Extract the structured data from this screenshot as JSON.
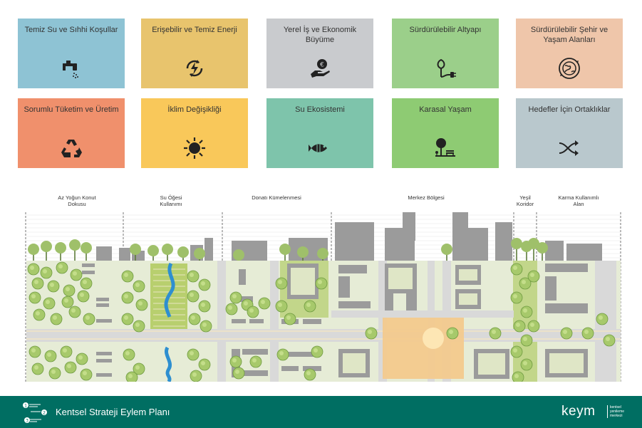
{
  "cards": [
    {
      "label": "Temiz Su ve Sıhhi Koşullar",
      "icon": "water-tap-icon",
      "color": "#8ec3d4"
    },
    {
      "label": "Erişebilir ve Temiz Enerji",
      "icon": "energy-icon",
      "color": "#e8c46d"
    },
    {
      "label": "Yerel İş ve Ekonomik Büyüme",
      "icon": "economy-hand-icon",
      "color": "#c9cbce"
    },
    {
      "label": "Sürdürülebilir Altyapı",
      "icon": "infrastructure-plug-icon",
      "color": "#9bcf8a"
    },
    {
      "label": "Sürdürülebilir Şehir ve Yaşam Alanları",
      "icon": "globe-city-icon",
      "color": "#efc6aa"
    },
    {
      "label": "Sorumlu Tüketim ve Üretim",
      "icon": "recycle-icon",
      "color": "#f0906c"
    },
    {
      "label": "İklim Değişikliği",
      "icon": "sun-icon",
      "color": "#f9c85a"
    },
    {
      "label": "Su Ekosistemi",
      "icon": "fish-icon",
      "color": "#7ec4ab"
    },
    {
      "label": "Karasal Yaşam",
      "icon": "tree-bench-icon",
      "color": "#8ecb73"
    },
    {
      "label": "Hedefler İçin Ortaklıklar",
      "icon": "crossing-arrows-icon",
      "color": "#b9c8cd"
    }
  ],
  "zones": [
    {
      "label": "Az Yoğun Konut Dokusu"
    },
    {
      "label": "Su Öğesi Kullanımı"
    },
    {
      "label": "Donatı Kümelenmesi"
    },
    {
      "label": "Merkez Bölgesi"
    },
    {
      "label": "Yeşil Koridor"
    },
    {
      "label": "Karma Kullanımlı Alan"
    }
  ],
  "footer": {
    "title": "Kentsel Strateji Eylem Planı",
    "brand": "keym",
    "tagline": "kentsel yenileme merkezi",
    "logo_numbers": [
      "1",
      "2",
      "3"
    ]
  },
  "colors": {
    "footer_bg": "#006e62",
    "road": "#d9d9d9",
    "lawn": "#e6ecd6",
    "green_band": "#c2d68a",
    "water": "#2e8fd0",
    "plaza": "#f4c989",
    "building": "#9b9b9b"
  }
}
